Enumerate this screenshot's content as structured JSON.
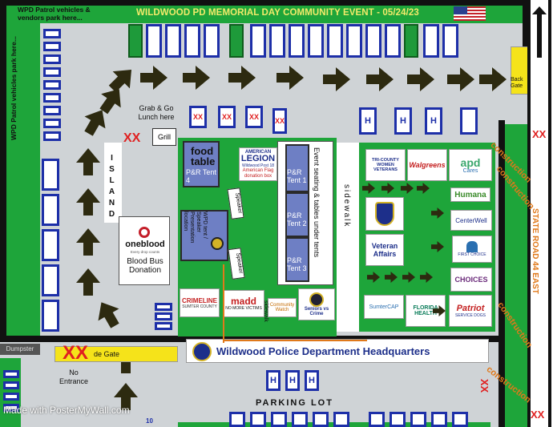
{
  "header": {
    "title": "WILDWOOD PD MEMORIAL DAY COMMUNITY EVENT  -  05/24/23",
    "flag_icon": "us-flag-icon"
  },
  "notes": {
    "patrol_vendors": "WPD Patrol vehicles & vendors park here...",
    "patrol_park": "WPD Patrol vehicles park here...",
    "grab_go": "Grab & Go Lunch here",
    "grill": "Grill",
    "island": "ISLAND",
    "back_gate": "Back Gate",
    "side_gate": "de Gate",
    "dumpster": "Dumpster",
    "no_entrance": "No Entrance",
    "parking_lot": "PARKING LOT",
    "sidewalk_right": "sidewalk",
    "sidewalk_left": "sidewalk",
    "state_road": "STATE ROAD 44 EAST",
    "construction": "construction",
    "watermark": "Made with PosterMyWall.com",
    "page_number": "10"
  },
  "markers": {
    "xx": "XX",
    "h": "H"
  },
  "tents": {
    "food_table": "food table",
    "pr4": "P&R Tent 4",
    "pr1": "P&R Tent 1",
    "pr2": "P&R Tent 2",
    "pr3": "P&R Tent 3",
    "event_seating": "Event seating & tables under tents",
    "wpd_tent": "WPD tent / Speaker Presentation location",
    "speaker1": "Speaker",
    "speaker2": "Speaker"
  },
  "vendors": {
    "oneblood_logo": "oneblood",
    "oneblood_tag": "Every drop counts",
    "blood_bus": "Blood Bus Donation",
    "legion_top": "AMERICAN",
    "legion": "LEGION",
    "legion_post": "Wildwood Post 18",
    "legion_flag": "American Flag donation box",
    "crimeline": "CRIMELINE",
    "crimeline_sub": "SUMTER COUNTY",
    "madd": "madd",
    "madd_sub": "NO MORE VICTIMS",
    "community_watch": "Community Watch",
    "seniors_crime": "Seniors vs Crime",
    "tri_county": "TRI-COUNTY WOMEN VETERANS",
    "walgreens": "Walgreens",
    "apd": "apd",
    "apd_sub": "Cares",
    "humana": "Humana",
    "centerwell": "CenterWell",
    "first_choice": "FIRST CHOICE",
    "choices": "CHOICES",
    "veteran_affairs": "Veteran Affairs",
    "sumter_cap": "SumterCAP",
    "florida_health": "FLORIDA HEALTH",
    "patriot": "Patriot",
    "patriot_sub": "SERVICE DOGS",
    "hq": "Wildwood Police Department Headquarters"
  },
  "colors": {
    "grass": "#1ea53a",
    "road": "#111111",
    "slot": "#1d2fa8",
    "tent": "#6e7fc4",
    "arrow": "#2d2a10",
    "gate": "#f5e31a",
    "marker": "#e02020",
    "construction": "#e0791a",
    "title": "#f2ea6a"
  }
}
